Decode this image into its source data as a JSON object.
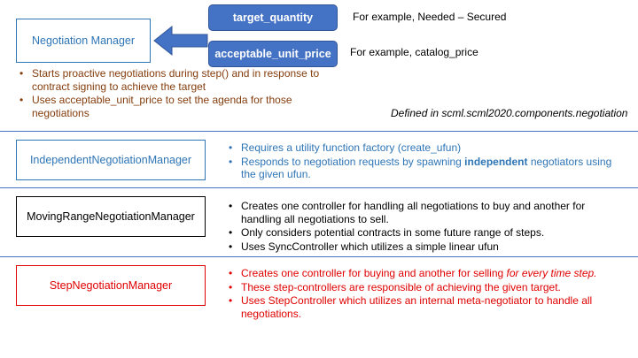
{
  "top": {
    "manager": "Negotiation Manager",
    "pill_quantity": "target_quantity",
    "pill_price": "acceptable_unit_price",
    "note_quantity": "For example, Needed –  Secured",
    "note_price": "For example, catalog_price",
    "bullets": [
      [
        "Starts proactive negotiations during step()  and in response to",
        "contract signing to achieve the target"
      ],
      [
        "Uses acceptable_unit_price to set the agenda for those",
        "negotiations"
      ]
    ],
    "defined_in": "Defined in scml.scml2020.components.negotiation"
  },
  "independent": {
    "name": "IndependentNegotiationManager",
    "bullets": [
      [
        "Requires a utility function factory (create_ufun)"
      ],
      [
        "Responds to negotiation requests by spawning ",
        "independent",
        " negotiators using",
        "the given ufun."
      ]
    ]
  },
  "moving": {
    "name": "MovingRangeNegotiationManager",
    "bullets": [
      [
        "Creates one controller for handling all negotiations to buy and another for",
        "handling all negotiations to sell."
      ],
      [
        "Only considers potential contracts in some future range of steps."
      ],
      [
        "Uses SyncController which utilizes a simple linear ufun"
      ]
    ]
  },
  "step": {
    "name": "StepNegotiationManager",
    "bullets": [
      [
        "Creates one controller for buying and another for selling ",
        "for every time step."
      ],
      [
        "These step-controllers are responsible of achieving the given target."
      ],
      [
        "Uses StepController which utilizes an internal meta-negotiator to handle all",
        "negotiations."
      ]
    ]
  },
  "bullet_glyph": "•",
  "colors": {
    "blue": "#2e75b6",
    "brown": "#843c0c",
    "red": "#e00000",
    "pill": "#4472c4",
    "rule": "#4472c4"
  }
}
